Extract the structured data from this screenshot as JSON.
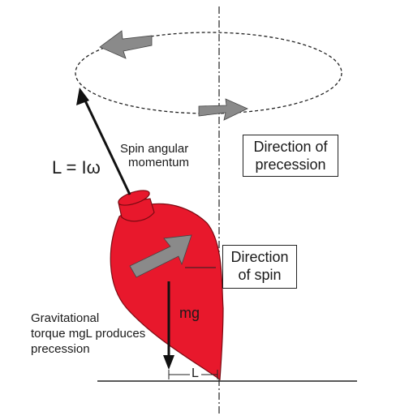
{
  "labels": {
    "angular_momentum_formula": "L = Iω",
    "spin_angular_momentum_line1": "Spin angular",
    "spin_angular_momentum_line2": "momentum",
    "direction_of_precession_line1": "Direction of",
    "direction_of_precession_line2": "precession",
    "direction_of_spin_line1": "Direction",
    "direction_of_spin_line2": "of spin",
    "weight": "mg",
    "gravitational_torque_line1": "Gravitational",
    "gravitational_torque_line2": "torque mgL produces",
    "gravitational_torque_line3": "precession",
    "lever_arm": "L"
  },
  "colors": {
    "top_body": "#e8182c",
    "top_outline": "#7a0a12",
    "arrow_gray": "#8a8a8a",
    "line": "#111111"
  }
}
